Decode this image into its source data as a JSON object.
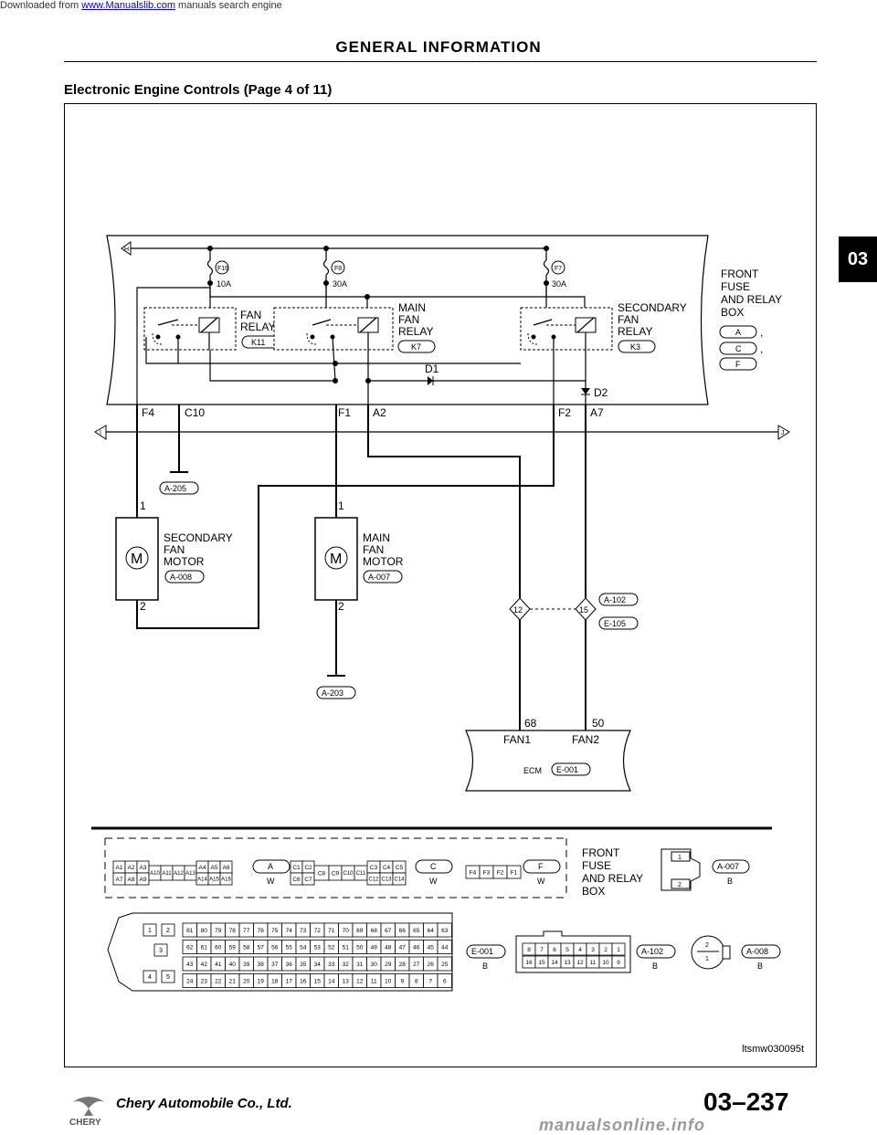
{
  "download_line": {
    "prefix": "Downloaded from",
    "link": "www.Manualslib.com",
    "suffix": "manuals search engine"
  },
  "header": {
    "section_title": "GENERAL INFORMATION"
  },
  "side_tab": "03",
  "caption": "Electronic Engine Controls (Page 4 of 11)",
  "diagram": {
    "box_name": [
      "FRONT",
      "FUSE",
      "AND RELAY",
      "BOX"
    ],
    "box_connectors": [
      "A",
      "C",
      "F"
    ],
    "fuses": [
      {
        "id": "F16",
        "rating": "10A"
      },
      {
        "id": "F8",
        "rating": "30A"
      },
      {
        "id": "F7",
        "rating": "30A"
      }
    ],
    "relays": [
      {
        "lines": [
          "FAN",
          "RELAY"
        ],
        "code": "K11"
      },
      {
        "lines": [
          "MAIN",
          "FAN",
          "RELAY"
        ],
        "code": "K7"
      },
      {
        "lines": [
          "SECONDARY",
          "FAN",
          "RELAY"
        ],
        "code": "K3"
      }
    ],
    "diodes": [
      "D1",
      "D2"
    ],
    "box_pins": [
      "F4",
      "C10",
      "F1",
      "A2",
      "F2",
      "A7"
    ],
    "bus_markers": [
      "H",
      "I",
      "J"
    ],
    "grounds": [
      "A-205",
      "A-203"
    ],
    "motors": [
      {
        "lines": [
          "SECONDARY",
          "FAN",
          "MOTOR"
        ],
        "code": "A-008",
        "pin_top": "1",
        "pin_bottom": "2"
      },
      {
        "lines": [
          "MAIN",
          "FAN",
          "MOTOR"
        ],
        "code": "A-007",
        "pin_top": "1",
        "pin_bottom": "2"
      }
    ],
    "splice": {
      "pins": [
        "12",
        "15"
      ],
      "codes": [
        "A-102",
        "E-105"
      ]
    },
    "ecm": {
      "name": "ECM",
      "code": "E-001",
      "pins": [
        "68",
        "50"
      ],
      "signals": [
        "FAN1",
        "FAN2"
      ]
    },
    "connector_views": {
      "box_conn_a_pins": [
        "A1",
        "A2",
        "A3",
        "A4",
        "A5",
        "A6",
        "A7",
        "A8",
        "A9",
        "A10",
        "A11",
        "A12",
        "A13",
        "A14",
        "A15",
        "A16"
      ],
      "box_conn_c_pins": [
        "C1",
        "C2",
        "C3",
        "C4",
        "C5",
        "C6",
        "C7",
        "C8",
        "C9",
        "C10",
        "C11",
        "C12",
        "C13",
        "C14"
      ],
      "box_conn_f_pins": [
        "F4",
        "F3",
        "F2",
        "F1"
      ],
      "conn_labels": [
        {
          "name": "A",
          "color": "W"
        },
        {
          "name": "C",
          "color": "W"
        },
        {
          "name": "F",
          "color": "W"
        }
      ],
      "box_label": [
        "FRONT",
        "FUSE",
        "AND RELAY",
        "BOX"
      ],
      "a007": {
        "code": "A-007",
        "color": "B",
        "pins": [
          "1",
          "2"
        ]
      },
      "e001": {
        "code": "E-001",
        "color": "B",
        "small_pins": [
          "1",
          "2",
          "3",
          "4",
          "5"
        ],
        "rows": [
          [
            "81",
            "80",
            "79",
            "78",
            "77",
            "76",
            "75",
            "74",
            "73",
            "72",
            "71",
            "70",
            "69",
            "68",
            "67",
            "66",
            "65",
            "64",
            "63"
          ],
          [
            "62",
            "61",
            "60",
            "59",
            "58",
            "57",
            "56",
            "55",
            "54",
            "53",
            "52",
            "51",
            "50",
            "49",
            "48",
            "47",
            "46",
            "45",
            "44"
          ],
          [
            "43",
            "42",
            "41",
            "40",
            "39",
            "38",
            "37",
            "36",
            "35",
            "34",
            "33",
            "32",
            "31",
            "30",
            "29",
            "28",
            "27",
            "26",
            "25"
          ],
          [
            "24",
            "23",
            "22",
            "21",
            "20",
            "19",
            "18",
            "17",
            "16",
            "15",
            "14",
            "13",
            "12",
            "11",
            "10",
            "9",
            "8",
            "7",
            "6"
          ]
        ]
      },
      "a102": {
        "code": "A-102",
        "color": "B",
        "rows": [
          [
            "8",
            "7",
            "6",
            "5",
            "4",
            "3",
            "2",
            "1"
          ],
          [
            "16",
            "15",
            "14",
            "13",
            "12",
            "11",
            "10",
            "9"
          ]
        ]
      },
      "a008": {
        "code": "A-008",
        "color": "B",
        "pins": [
          "2",
          "1"
        ]
      }
    },
    "figure_code": "ltsmw030095t"
  },
  "footer": {
    "company": "Chery Automobile Co., Ltd.",
    "page": "03–237",
    "watermark": "manualsonline.info"
  }
}
